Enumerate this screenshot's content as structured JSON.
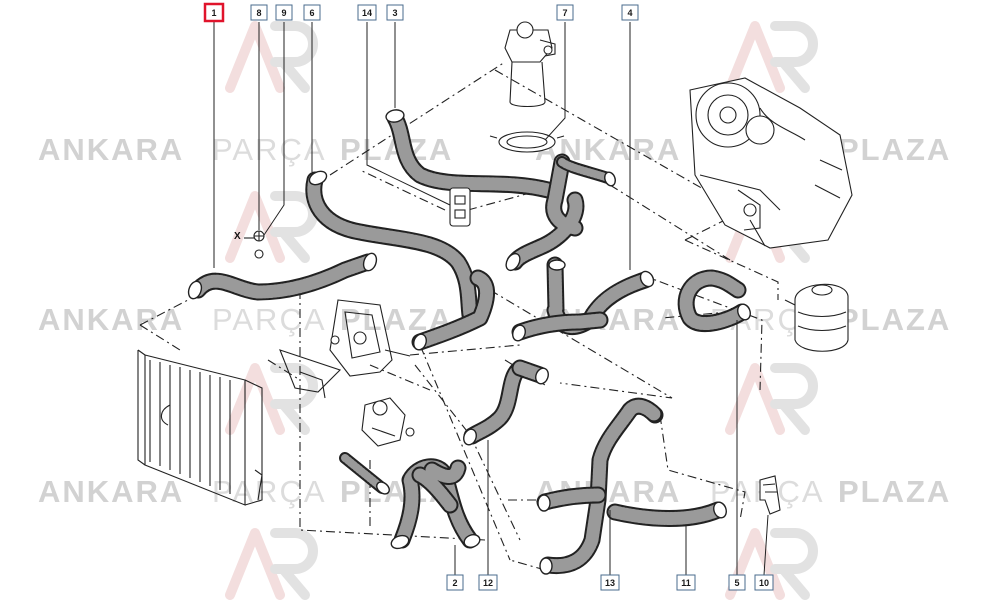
{
  "watermark": {
    "word1": "ANKARA",
    "word2": "PARÇA",
    "word3": "PLAZA"
  },
  "callouts": [
    {
      "id": "1",
      "label": "1",
      "selected": true
    },
    {
      "id": "8",
      "label": "8"
    },
    {
      "id": "9",
      "label": "9"
    },
    {
      "id": "6",
      "label": "6"
    },
    {
      "id": "14",
      "label": "14"
    },
    {
      "id": "3",
      "label": "3"
    },
    {
      "id": "7",
      "label": "7"
    },
    {
      "id": "4",
      "label": "4"
    },
    {
      "id": "2",
      "label": "2"
    },
    {
      "id": "12",
      "label": "12"
    },
    {
      "id": "13",
      "label": "13"
    },
    {
      "id": "11",
      "label": "11"
    },
    {
      "id": "5",
      "label": "5"
    },
    {
      "id": "10",
      "label": "10"
    }
  ],
  "marker": {
    "label": "X"
  },
  "colors": {
    "selected": "#e0132b",
    "callout_border": "#4a6b8c",
    "ink": "#222222",
    "watermark": "#d2d2d2"
  }
}
